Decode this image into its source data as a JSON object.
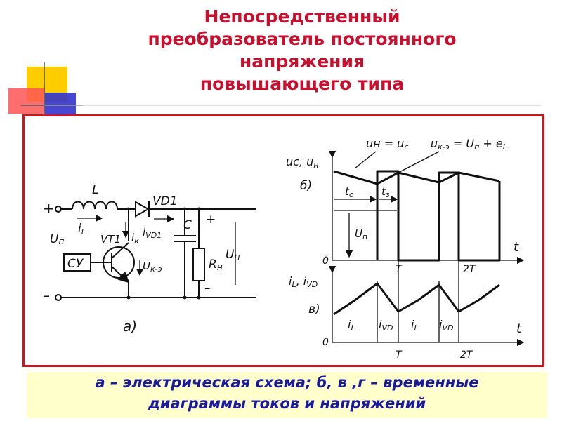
{
  "title": {
    "line1": "Непосредственный",
    "line2": "преобразователь постоянного",
    "line3": "напряжения",
    "line4": "повышающего типа"
  },
  "circuit": {
    "plus_in": "+",
    "minus_in": "–",
    "inductor": "L",
    "current_l": "i",
    "current_l_sub": "L",
    "diode": "VD1",
    "transistor": "VT1",
    "current_k": "i",
    "current_k_sub": "к",
    "current_vd": "i",
    "current_vd_sub": "VD1",
    "capacitor": "C",
    "control_unit": "СУ",
    "u_ke": "U",
    "u_ke_sub": "к-э",
    "u_p": "U",
    "u_p_sub": "п",
    "resistor": "R",
    "resistor_sub": "н",
    "u_n": "U",
    "u_n_sub": "н",
    "plus_out": "+",
    "minus_out": "–",
    "label": "а)"
  },
  "diagram_b": {
    "label": "б)",
    "y_axis": "u",
    "y_axis_rest": "с, u",
    "y_axis_sub": "н",
    "formula_1": "u",
    "formula_1_rest": "н = u",
    "formula_1_sub": "с",
    "formula_2": "u",
    "formula_2_rest": " = U",
    "formula_2_sub1": "к-э",
    "formula_2_sub2": "п",
    "formula_2_tail": " + e",
    "formula_2_sub3": "L",
    "t0": "t",
    "t0_sub": "о",
    "t3": "t",
    "t3_sub": "з",
    "up": "U",
    "up_sub": "п",
    "zero": "0",
    "t_axis": "t",
    "T": "T",
    "2T": "2T"
  },
  "diagram_v": {
    "label": "в)",
    "y_axis": "i",
    "y_axis_sub": "L",
    "y_axis_sep": ", i",
    "y_axis_sub2": "VD",
    "il_1": "i",
    "il_1_sub": "L",
    "ivd_1": "i",
    "ivd_1_sub": "VD",
    "il_2": "i",
    "il_2_sub": "L",
    "ivd_2": "i",
    "ivd_2_sub": "VD",
    "zero": "0",
    "t_axis": "t",
    "T": "T",
    "2T": "2T"
  },
  "caption": {
    "line1": "а – электрическая схема; б, в ,г – временные",
    "line2": "диаграммы токов и напряжений"
  }
}
